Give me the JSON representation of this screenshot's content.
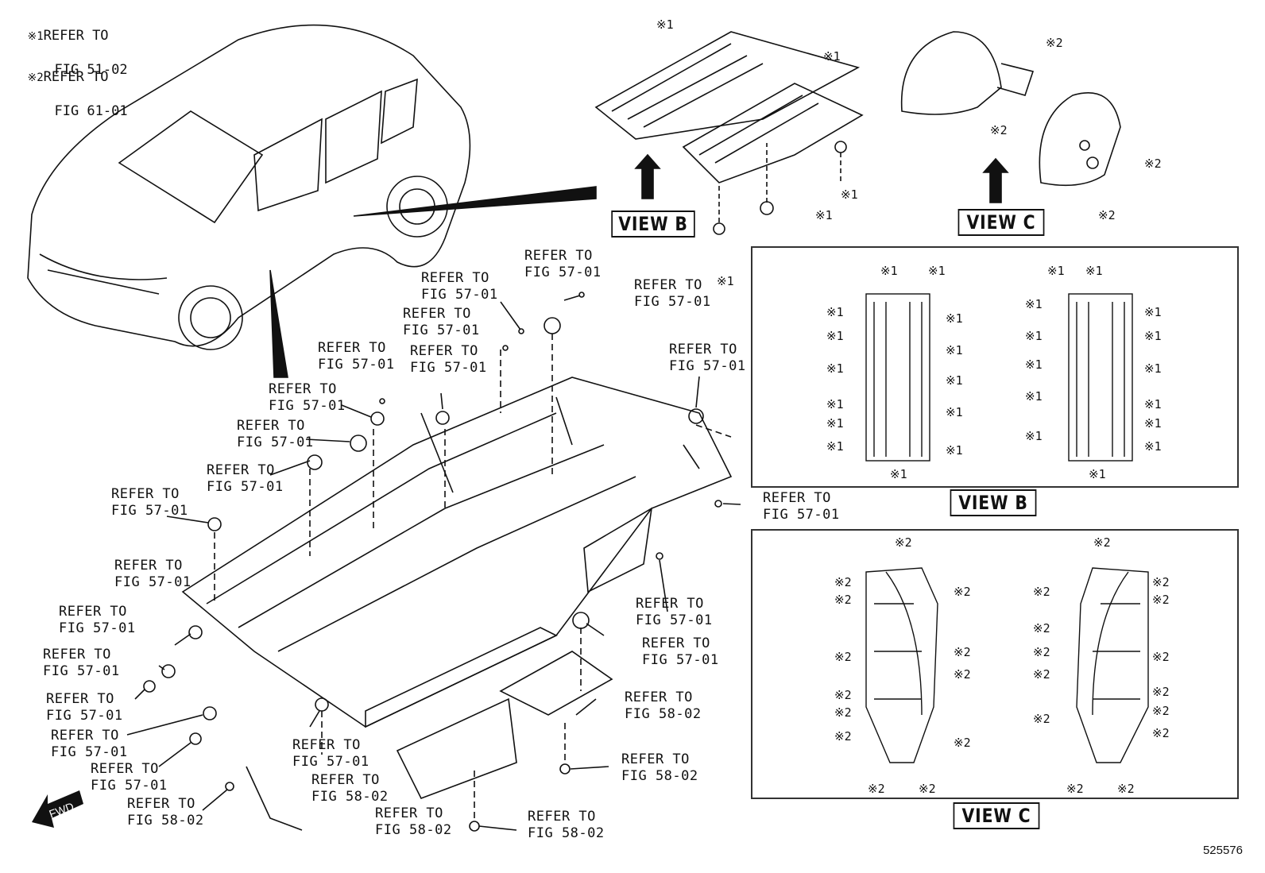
{
  "notes": [
    {
      "mark": "※1",
      "line1": "REFER TO",
      "line2": "FIG 51-02"
    },
    {
      "mark": "※2",
      "line1": "REFER TO",
      "line2": "FIG 61-01"
    }
  ],
  "marks": {
    "m1": "※1",
    "m2": "※2"
  },
  "views": {
    "b": "VIEW B",
    "c": "VIEW C"
  },
  "refs": [
    {
      "l1": "REFER TO",
      "l2": "FIG 57-01"
    },
    {
      "l1": "REFER TO",
      "l2": "FIG 58-02"
    }
  ],
  "catalog_number": "525576"
}
